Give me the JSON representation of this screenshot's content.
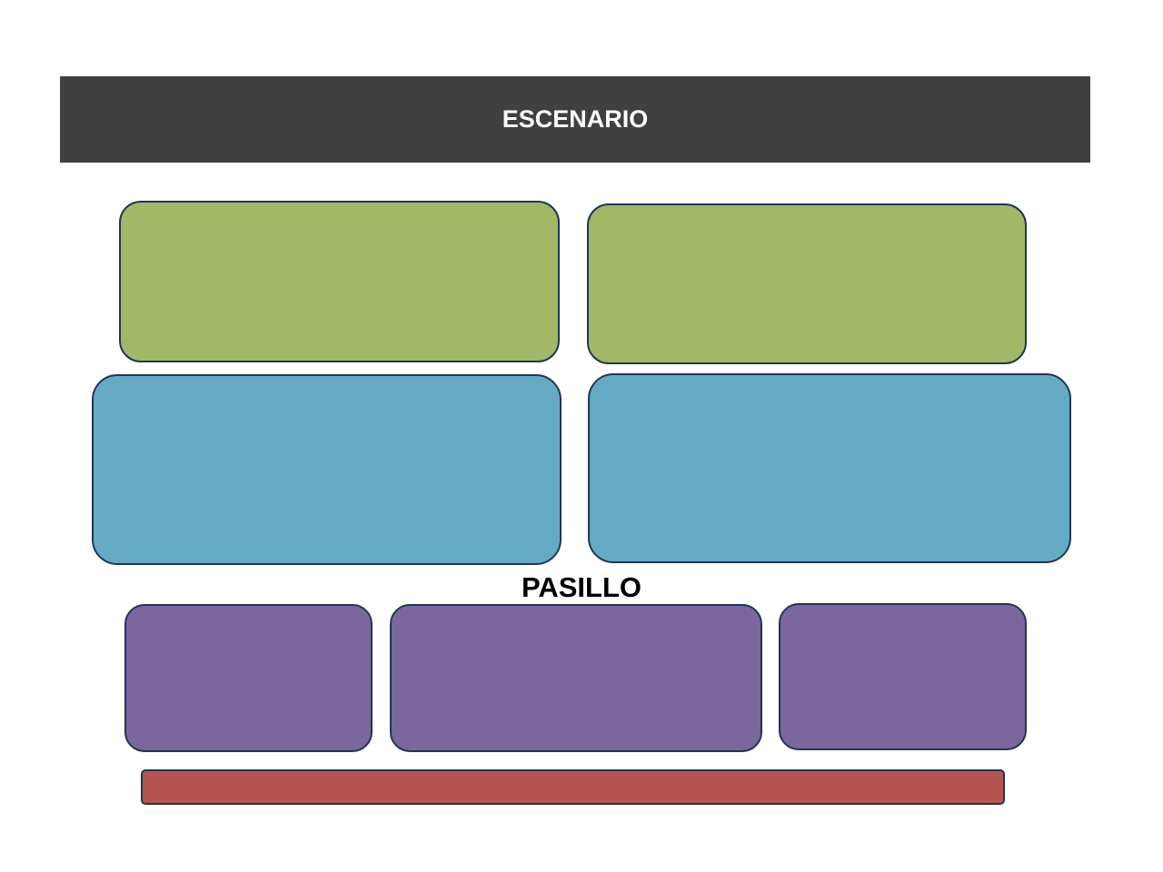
{
  "stage": {
    "label": "ESCENARIO",
    "color": "#404040"
  },
  "aisle": {
    "label": "PASILLO"
  },
  "colors": {
    "green": "#a2b867",
    "blue": "#65aac5",
    "purple": "#7a679e",
    "red": "#b4564f",
    "outline": "#22364f"
  },
  "sections": [
    {
      "id": "green-left",
      "color": "green"
    },
    {
      "id": "green-right",
      "color": "green"
    },
    {
      "id": "blue-left",
      "color": "blue"
    },
    {
      "id": "blue-right",
      "color": "blue"
    },
    {
      "id": "purple-left",
      "color": "purple"
    },
    {
      "id": "purple-center",
      "color": "purple"
    },
    {
      "id": "purple-right",
      "color": "purple"
    },
    {
      "id": "red-strip",
      "color": "red"
    }
  ]
}
